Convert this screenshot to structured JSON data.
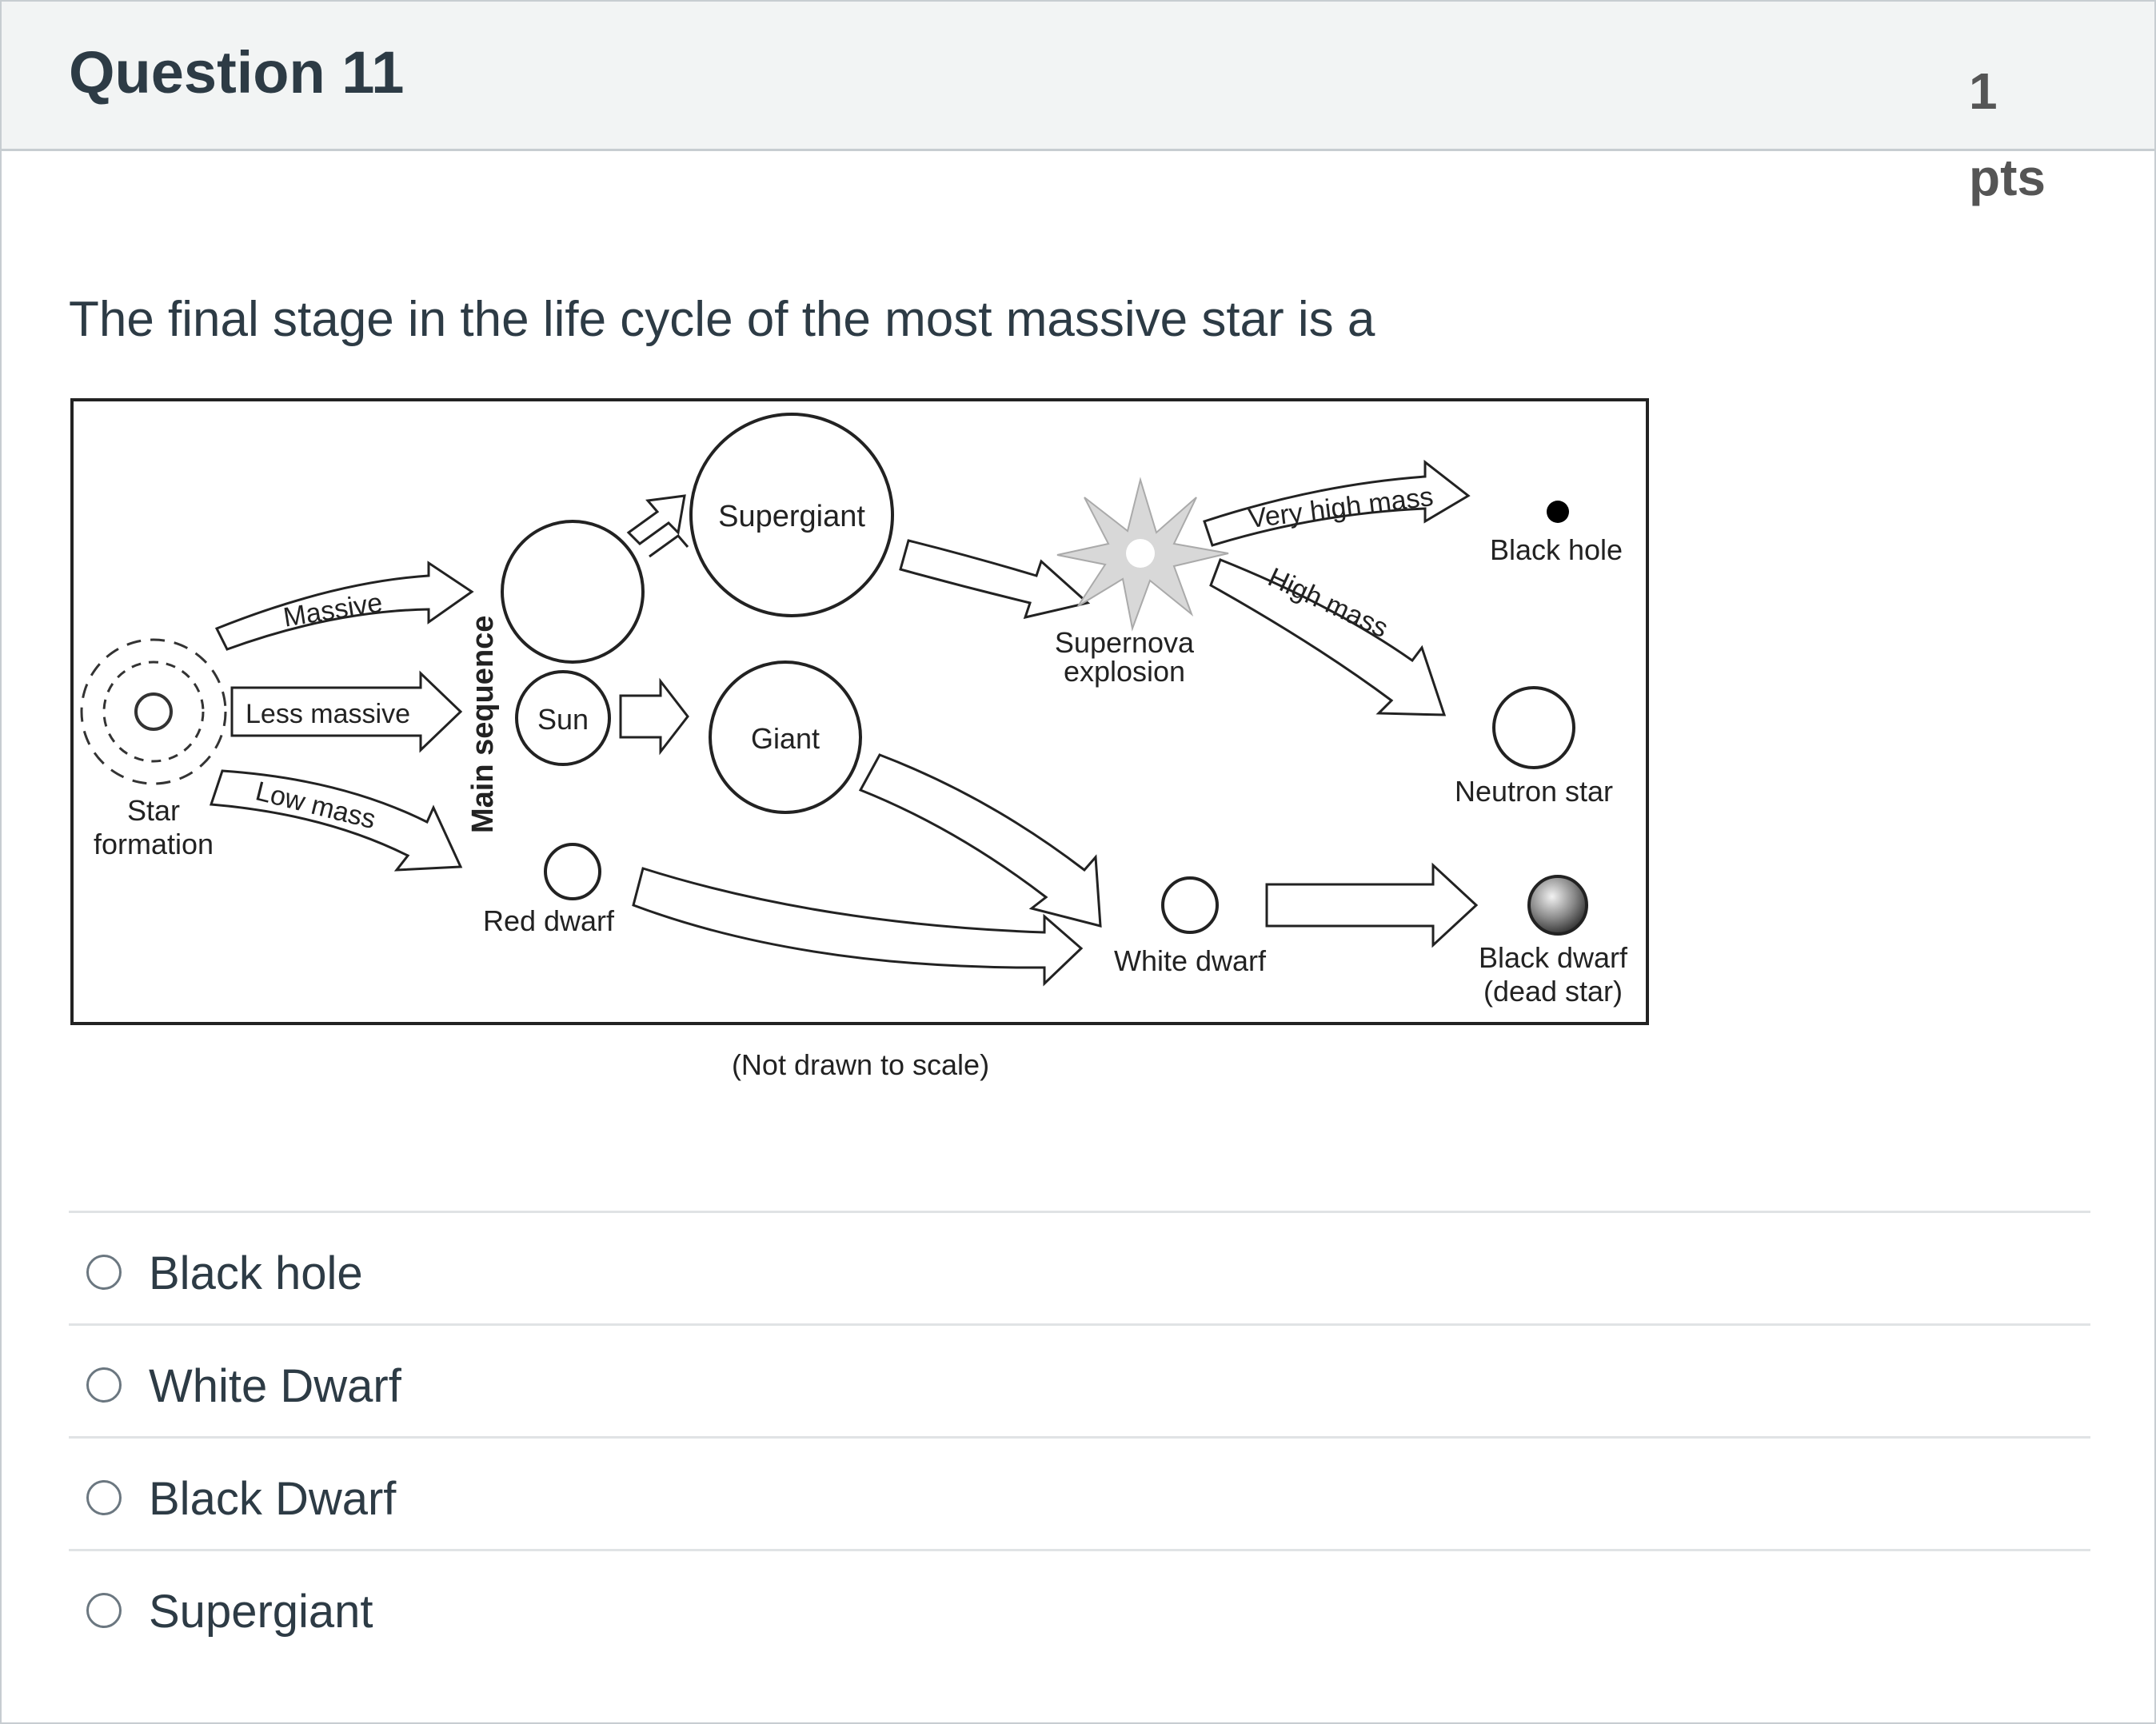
{
  "question": {
    "title": "Question 11",
    "points": "1 pts",
    "prompt": "The final stage in the life cycle of the most massive star is a"
  },
  "diagram": {
    "labels": {
      "star_formation_1": "Star",
      "star_formation_2": "formation",
      "massive": "Massive",
      "less_massive": "Less massive",
      "low_mass": "Low mass",
      "main_sequence": "Main sequence",
      "sun": "Sun",
      "red_dwarf": "Red dwarf",
      "supergiant": "Supergiant",
      "giant": "Giant",
      "supernova_1": "Supernova",
      "supernova_2": "explosion",
      "very_high_mass": "Very high mass",
      "high_mass": "High mass",
      "black_hole": "Black hole",
      "neutron_star": "Neutron star",
      "white_dwarf": "White dwarf",
      "black_dwarf_1": "Black dwarf",
      "black_dwarf_2": "(dead star)",
      "caption": "(Not drawn to scale)"
    }
  },
  "answers": [
    {
      "label": "Black hole"
    },
    {
      "label": "White Dwarf"
    },
    {
      "label": "Black Dwarf"
    },
    {
      "label": "Supergiant"
    }
  ]
}
